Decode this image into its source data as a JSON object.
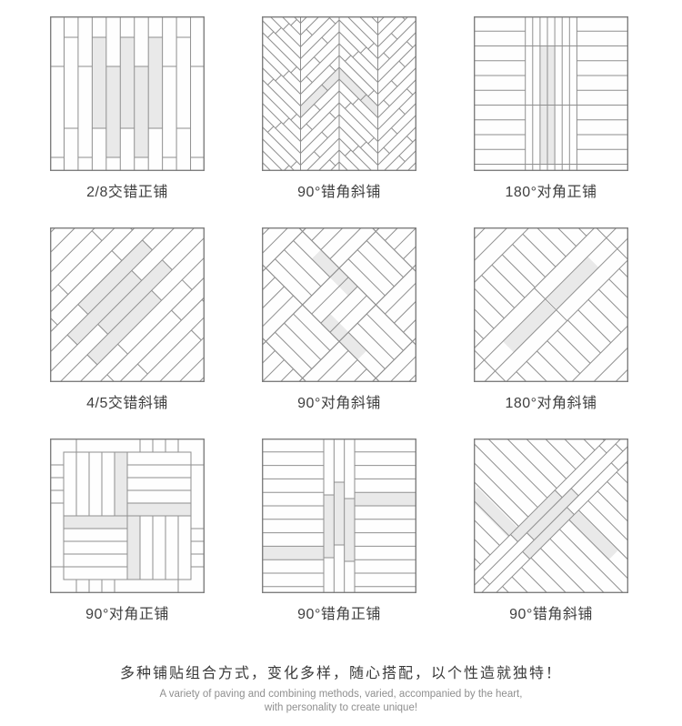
{
  "colors": {
    "line": "#8f8f8f",
    "border": "#7f7f7f",
    "shade": "#e9e9e9",
    "label_text": "#3f3f3f",
    "caption_cn_text": "#3a3a3a",
    "caption_en_text": "#8f8f8f",
    "background": "#ffffff"
  },
  "tiles": [
    {
      "label": "2/8交错正铺",
      "pattern": "stagger-straight"
    },
    {
      "label": "90°错角斜铺",
      "pattern": "herringbone"
    },
    {
      "label": "180°对角正铺",
      "pattern": "opposed-straight"
    },
    {
      "label": "4/5交错斜铺",
      "pattern": "stagger-diagonal"
    },
    {
      "label": "90°对角斜铺",
      "pattern": "basket-diagonal"
    },
    {
      "label": "180°对角斜铺",
      "pattern": "opposed-diagonal"
    },
    {
      "label": "90°对角正铺",
      "pattern": "basket-straight"
    },
    {
      "label": "90°错角正铺",
      "pattern": "cross-straight"
    },
    {
      "label": "90°错角斜铺",
      "pattern": "cross-diagonal"
    }
  ],
  "caption": {
    "line_cn": "多种铺贴组合方式，变化多样，随心搭配，以个性造就独特！",
    "line_en_1": "A variety of paving and combining methods, varied, accompanied by the heart,",
    "line_en_2": "with personality to create unique!"
  }
}
